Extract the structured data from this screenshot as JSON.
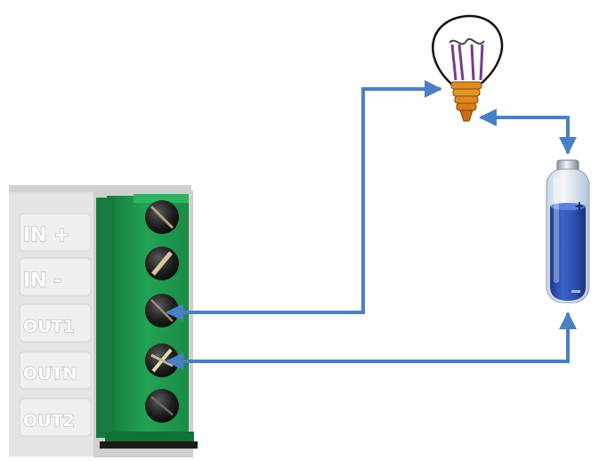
{
  "terminal_block": {
    "labels": [
      "IN +",
      "IN -",
      "OUT1",
      "OUTN",
      "OUT2"
    ]
  },
  "battery": {
    "polarity_mark": "+"
  },
  "colors": {
    "wire": "#4a7fc4",
    "terminal_green": "#1f9a4f",
    "battery_blue": "#2f53b8",
    "bulb_base": "#e08a1e",
    "housing": "#e6e6e6"
  }
}
